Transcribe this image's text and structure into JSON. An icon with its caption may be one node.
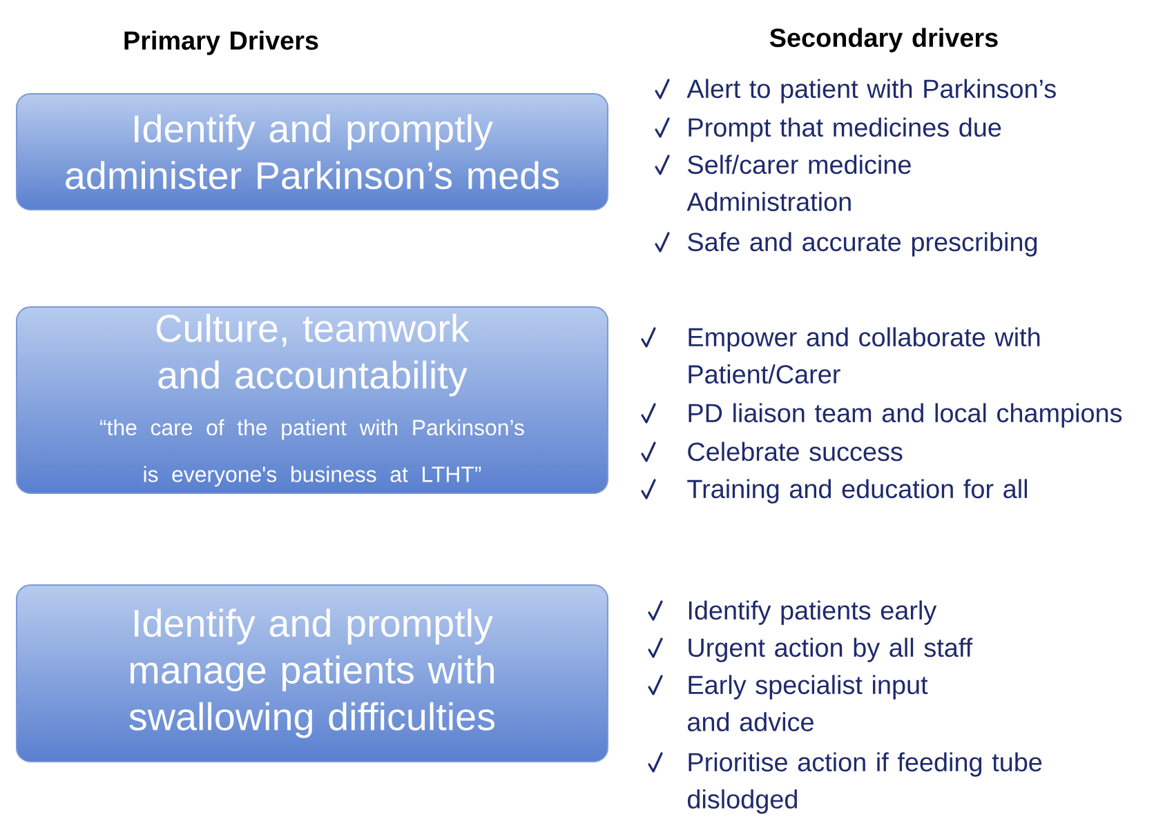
{
  "diagram": {
    "nodes": [
      {
        "text": [
          "Identify and promptly administer Parkinson’s meds"
        ]
      },
      {
        "text": [
          "Culture, teamwork and accountability",
          "“the care of the patient with Parkinson’s is everyone's business at LTHT”"
        ]
      },
      {
        "text": [
          "Identify and promptly manage patients with swallowing difficulties"
        ]
      }
    ],
    "labels": [
      "Primary Drivers",
      "Secondary drivers",
      "Alert to patient with Parkinson’s",
      "Prompt that medicines due",
      "Self/carer medicine Administration",
      "Safe and accurate prescribing",
      "Empower and collaborate with Patient/Carer",
      "PD liaison team and local champions",
      "Celebrate success",
      "Training and education for all",
      "Identify patients early",
      "Urgent action by all staff",
      "Early specialist input and advice",
      "Prioritise action if feeding tube dislodged"
    ]
  }
}
